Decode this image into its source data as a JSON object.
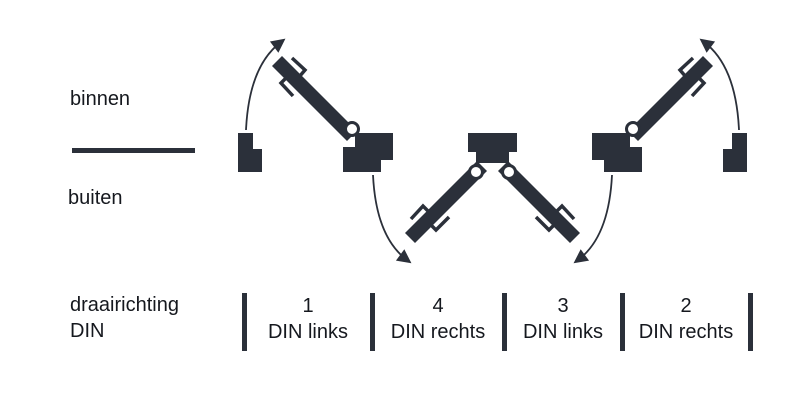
{
  "colors": {
    "ink": "#2b303a",
    "text": "#15181e",
    "background": "#ffffff"
  },
  "side_labels": {
    "inside": "binnen",
    "outside": "buiten"
  },
  "row_header": {
    "line1": "draairichting",
    "line2": "DIN"
  },
  "doors": [
    {
      "number": "1",
      "label": "DIN links",
      "swing": "inward-opening, hinge right"
    },
    {
      "number": "4",
      "label": "DIN rechts",
      "swing": "outward-opening, hinge right"
    },
    {
      "number": "3",
      "label": "DIN links",
      "swing": "outward-opening, hinge left"
    },
    {
      "number": "2",
      "label": "DIN rechts",
      "swing": "inward-opening, hinge left"
    }
  ]
}
